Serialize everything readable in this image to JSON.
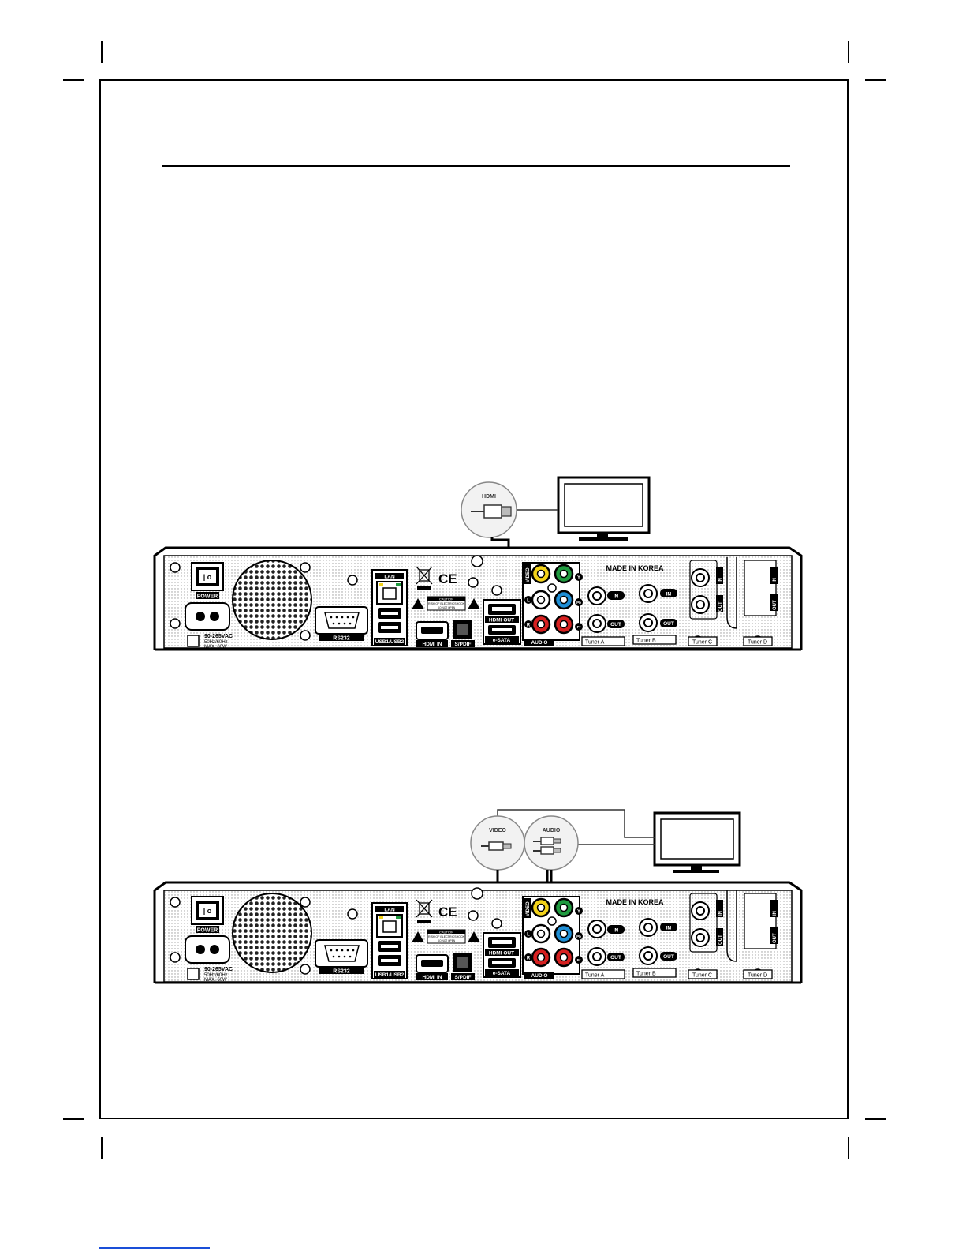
{
  "hdmi_diagram": {
    "cable_label": "HDMI"
  },
  "composite_diagram": {
    "video_label": "VIDEO",
    "audio_label": "AUDIO"
  },
  "panel": {
    "power": "POWER",
    "voltage_lines": [
      "90-265VAC",
      "50Hz/60Hz",
      "MAX. 60W"
    ],
    "rs232": "RS232",
    "lan": "LAN",
    "usb": "USB1/USB2",
    "hdmi_in": "HDMI IN",
    "spdif": "S/PDIF",
    "hdmi_out": "HDMI OUT",
    "esata": "e-SATA",
    "audio": "AUDIO",
    "video": "VIDEO",
    "made_in": "MADE IN KOREA",
    "caution_title": "CAUTION",
    "caution_line1": "RISK OF ELECTRICSHOCK",
    "caution_line2": "DO NOT OPEN",
    "in": "IN",
    "out": "OUT",
    "tuner_a": "Tuner A",
    "tuner_b": "Tuner B",
    "tuner_c": "Tuner C",
    "tuner_d": "Tuner D",
    "y": "Y",
    "pb": "Pb",
    "pr": "Pr",
    "l": "L",
    "r": "R",
    "ce": "CE"
  },
  "colors": {
    "video_jack": "#f2d21a",
    "y_jack": "#1f9a3f",
    "pb_jack": "#1e8fd6",
    "pr_jack": "#d62020",
    "audio_l_jack": "#ffffff",
    "audio_r_jack": "#d62020"
  }
}
